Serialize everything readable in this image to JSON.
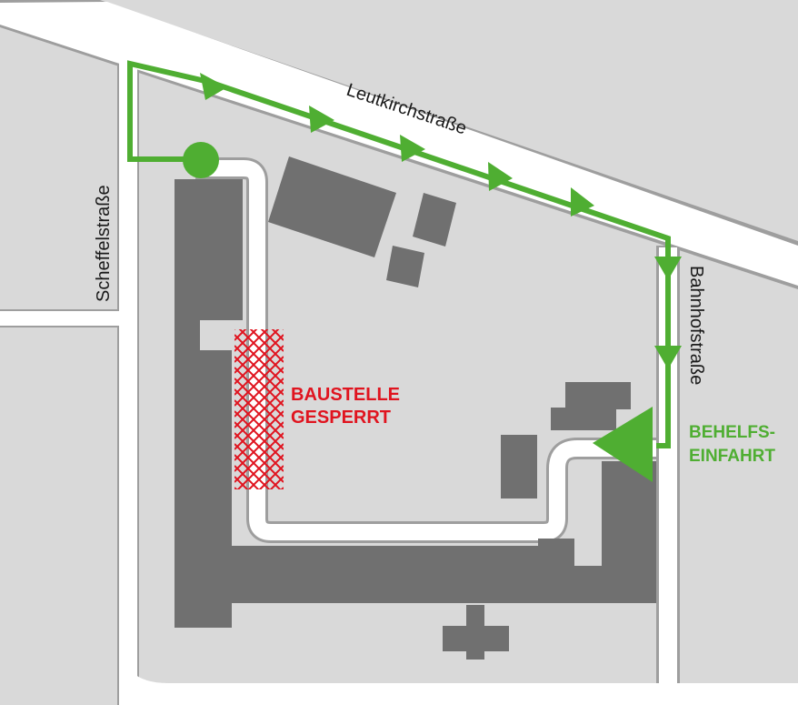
{
  "map": {
    "streets": {
      "leutkirch": "Leutkirchstraße",
      "scheffel": "Scheffelstraße",
      "bahnhof": "Bahnhofstraße"
    },
    "closure": {
      "line1": "BAUSTELLE",
      "line2": "GESPERRT"
    },
    "entrance": {
      "line1": "BEHELFS-",
      "line2": "EINFAHRT"
    },
    "colors": {
      "background": "#d9d9d9",
      "street": "#ffffff",
      "street_outline": "#9e9e9e",
      "building": "#707070",
      "route": "#4fae32",
      "closure": "#e0141f"
    }
  }
}
